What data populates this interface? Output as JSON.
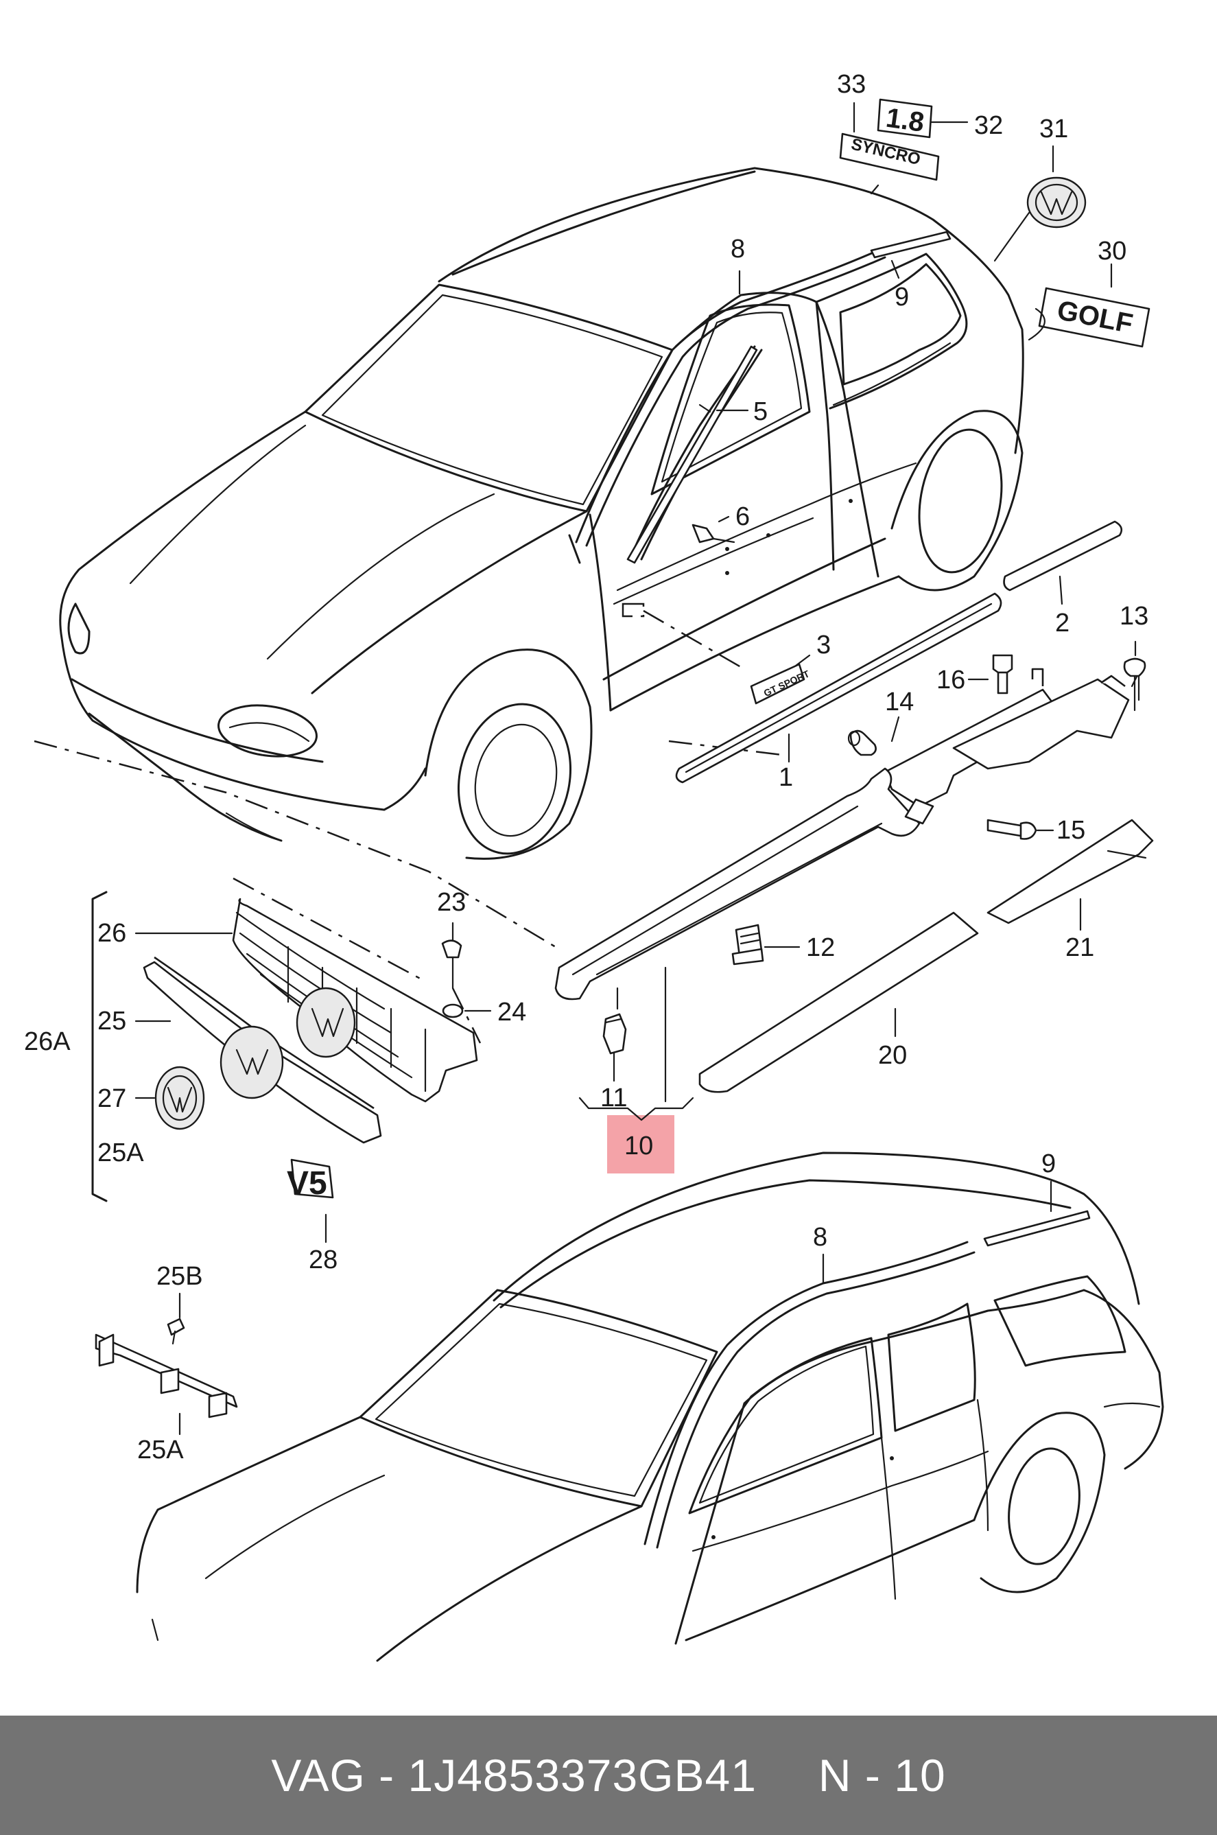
{
  "callouts": {
    "c1": "1",
    "c2": "2",
    "c3": "3",
    "c5": "5",
    "c6": "6",
    "c8": "8",
    "c9": "9",
    "c10": "10",
    "c11": "11",
    "c12": "12",
    "c13": "13",
    "c14": "14",
    "c15": "15",
    "c16": "16",
    "c20": "20",
    "c21": "21",
    "c23": "23",
    "c24": "24",
    "c25": "25",
    "c25A": "25A",
    "c25A_b": "25A",
    "c25B": "25B",
    "c26": "26",
    "c26A": "26A",
    "c27": "27",
    "c28": "28",
    "c30": "30",
    "c31": "31",
    "c32": "32",
    "c33": "33",
    "c8_lower": "8",
    "c9_lower": "9"
  },
  "badges": {
    "engine": "1.8",
    "syncro": "SYNCRO",
    "golf": "GOLF",
    "gt_sport": "GT SPORT",
    "v5": "V5"
  },
  "highlight": {
    "part": "10",
    "color": "#f4a3a8"
  },
  "footer": {
    "brand": "VAG",
    "separator": "-",
    "part_number": "1J4853373GB41",
    "position": "N - 10"
  }
}
